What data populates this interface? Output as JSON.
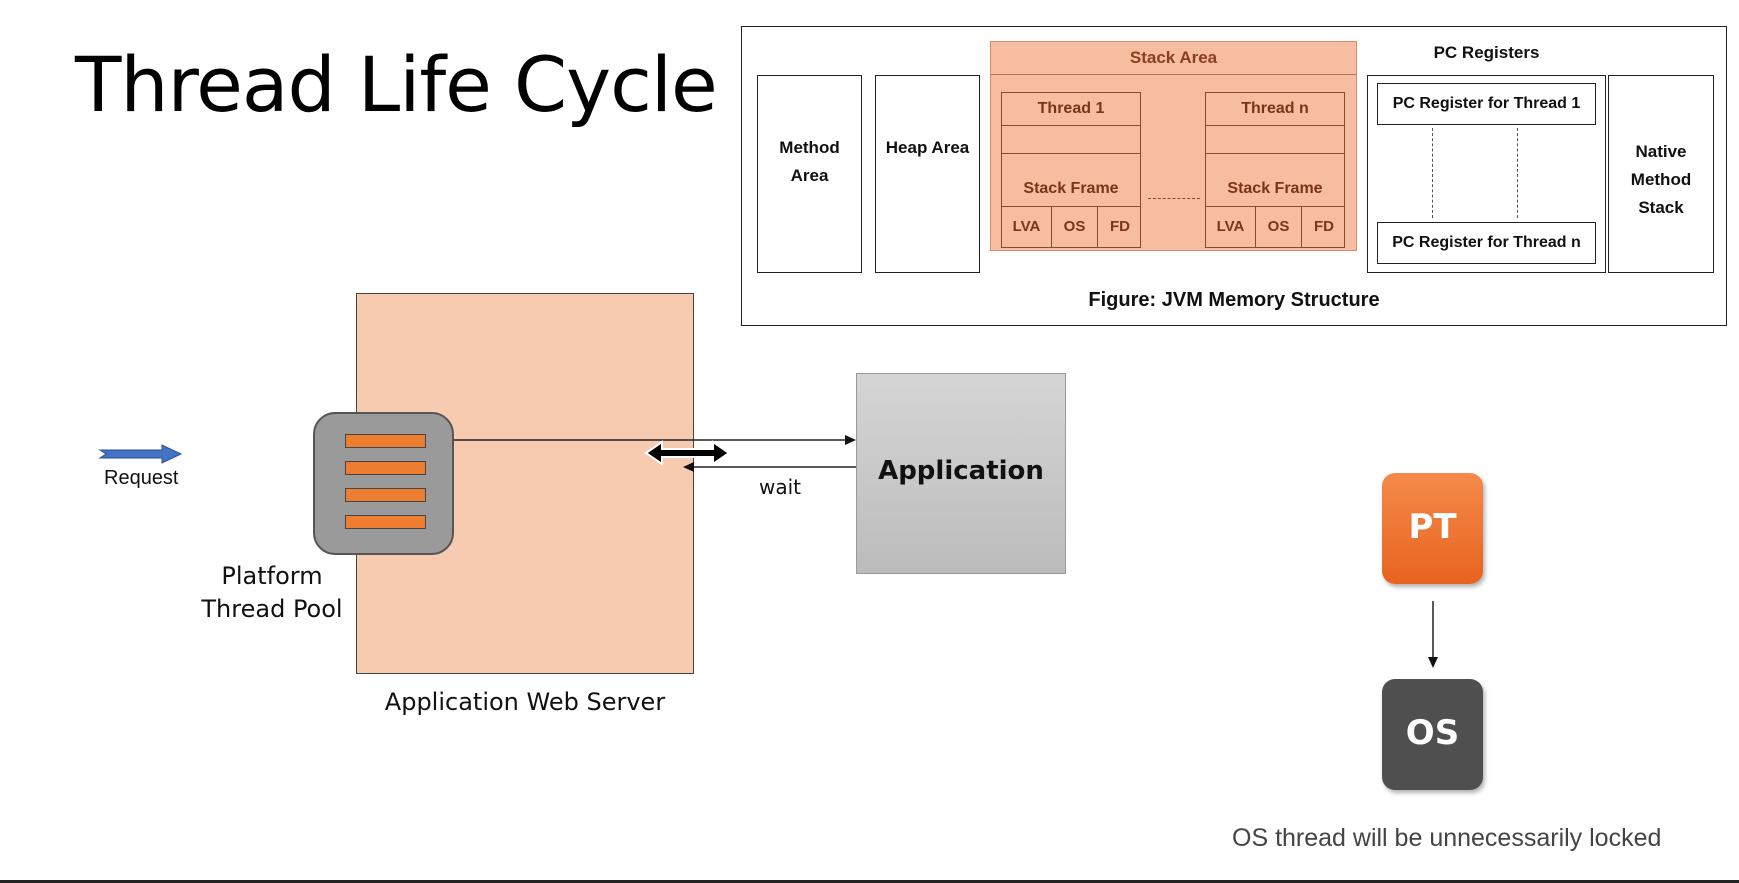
{
  "title": "Thread Life Cycle",
  "jvm": {
    "method_area": "Method Area",
    "heap_area": "Heap Area",
    "stack_area": "Stack Area",
    "thread_1": "Thread 1",
    "thread_n": "Thread n",
    "stack_frame": "Stack Frame",
    "lva": "LVA",
    "os": "OS",
    "fd": "FD",
    "pc_registers": "PC Registers",
    "pc_register_1": "PC Register for Thread 1",
    "pc_register_n": "PC Register for Thread n",
    "native_stack": "Native Method Stack",
    "caption": "Figure: JVM Memory Structure",
    "colors": {
      "stack_fill": "#f6bda0",
      "stack_text": "#8a4020"
    }
  },
  "diagram": {
    "request": "Request",
    "platform_pool": "Platform Thread Pool",
    "web_server": "Application Web Server",
    "wait": "wait",
    "application": "Application",
    "pt": "PT",
    "os": "OS",
    "note": "OS thread will be unnecessarily locked",
    "colors": {
      "server": "#f6cbb0",
      "pool": "#9a9a9a",
      "bar": "#ed7d31",
      "pt": "#ed7d31",
      "os": "#4f4f4f",
      "request_arrow": "#4472c4"
    }
  }
}
